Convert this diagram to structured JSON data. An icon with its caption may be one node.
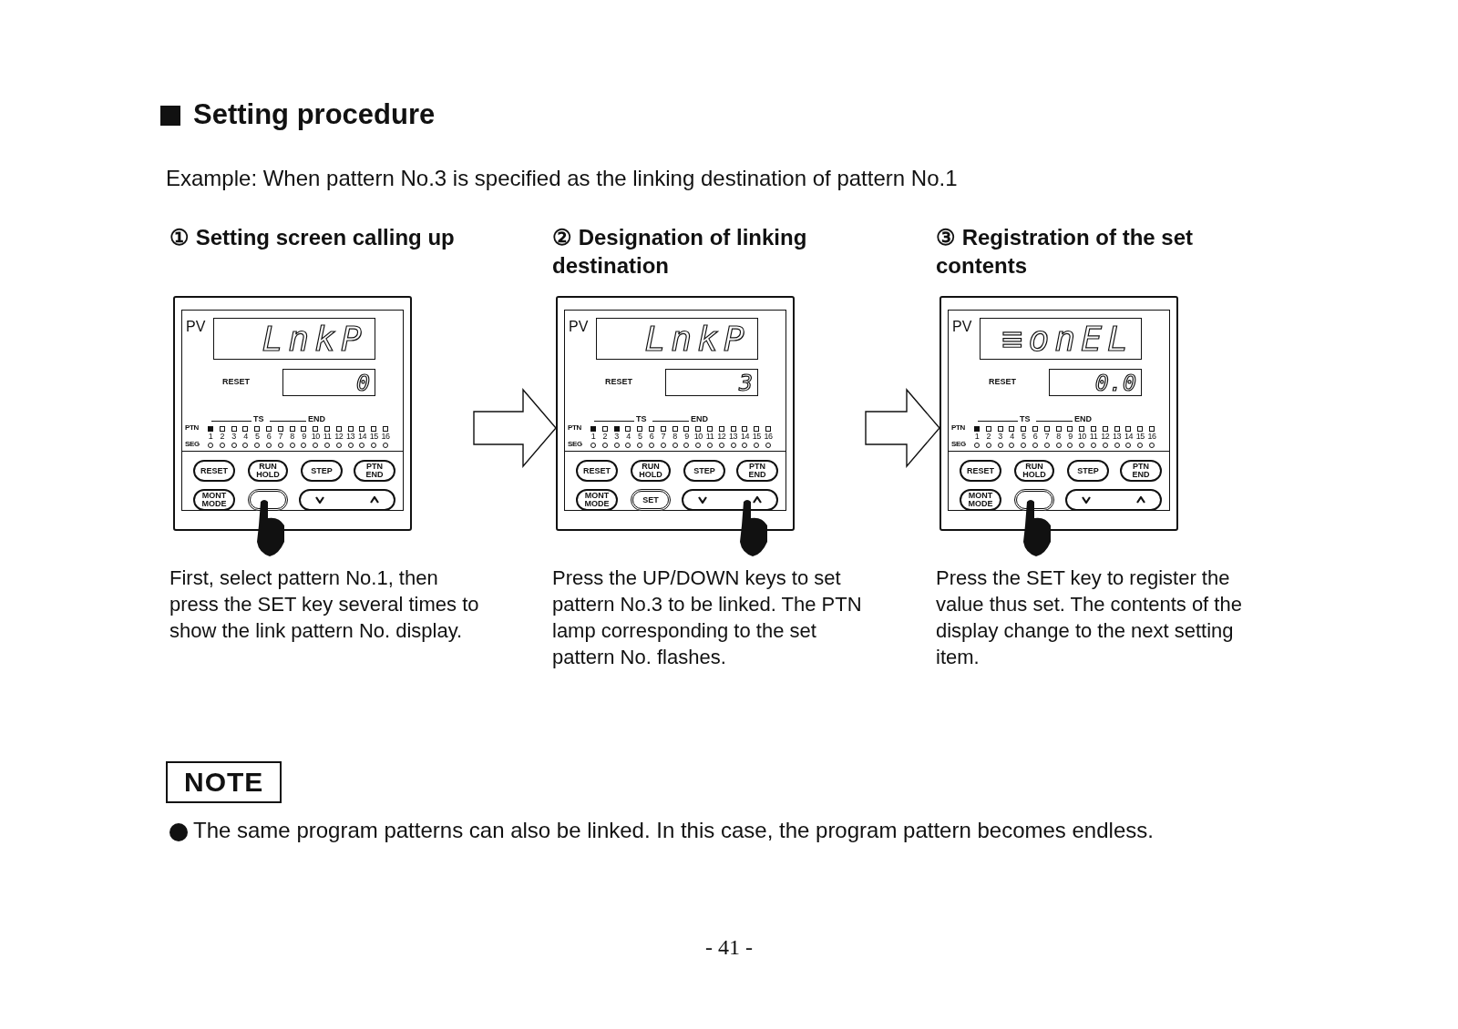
{
  "diagram": {
    "title": "Setting procedure",
    "nodes": [
      {
        "text": [
          "① Setting screen calling up",
          "PV",
          "LnkP",
          "RESET",
          "0",
          "TS",
          "END",
          "PTN",
          "SEG",
          "1",
          "2",
          "3",
          "4",
          "5",
          "6",
          "7",
          "8",
          "9",
          "10",
          "11",
          "12",
          "13",
          "14",
          "15",
          "16",
          "RESET",
          "RUN",
          "HOLD",
          "STEP",
          "PTN",
          "END",
          "MONT",
          "MODE"
        ],
        "beside": [
          "First, select pattern No.1, then press the SET key several times to show the link pattern No. display."
        ]
      },
      {
        "text": [
          "② Designation of linking destination",
          "PV",
          "LnkP",
          "RESET",
          "3",
          "TS",
          "END",
          "PTN",
          "SEG",
          "1",
          "2",
          "3",
          "4",
          "5",
          "6",
          "7",
          "8",
          "9",
          "10",
          "11",
          "12",
          "13",
          "14",
          "15",
          "16",
          "RESET",
          "RUN",
          "HOLD",
          "STEP",
          "PTN",
          "END",
          "MONT",
          "MODE",
          "SET"
        ],
        "beside": [
          "Press the UP/DOWN keys to set pattern No.3 to be linked. The PTN lamp corresponding to the set pattern No. flashes."
        ]
      },
      {
        "text": [
          "③ Registration of the set contents",
          "PV",
          "≡onEL",
          "RESET",
          "0.0",
          "TS",
          "END",
          "PTN",
          "SEG",
          "1",
          "2",
          "3",
          "4",
          "5",
          "6",
          "7",
          "8",
          "9",
          "10",
          "11",
          "12",
          "13",
          "14",
          "15",
          "16",
          "RESET",
          "RUN",
          "HOLD",
          "STEP",
          "PTN",
          "END",
          "MONT",
          "MODE"
        ],
        "beside": [
          "Press the SET key to register the value thus set. The contents of the display change to the next setting item."
        ]
      }
    ],
    "edges": [
      {
        "from": 0,
        "to": 1,
        "arrow": "to"
      },
      {
        "from": 1,
        "to": 2,
        "arrow": "to"
      }
    ],
    "labels": [
      "Example: When pattern No.3 is specified as the linking destination of pattern No.1",
      "NOTE",
      "The same program patterns can also be linked. In this case, the program pattern becomes endless.",
      "- 41 -"
    ]
  }
}
